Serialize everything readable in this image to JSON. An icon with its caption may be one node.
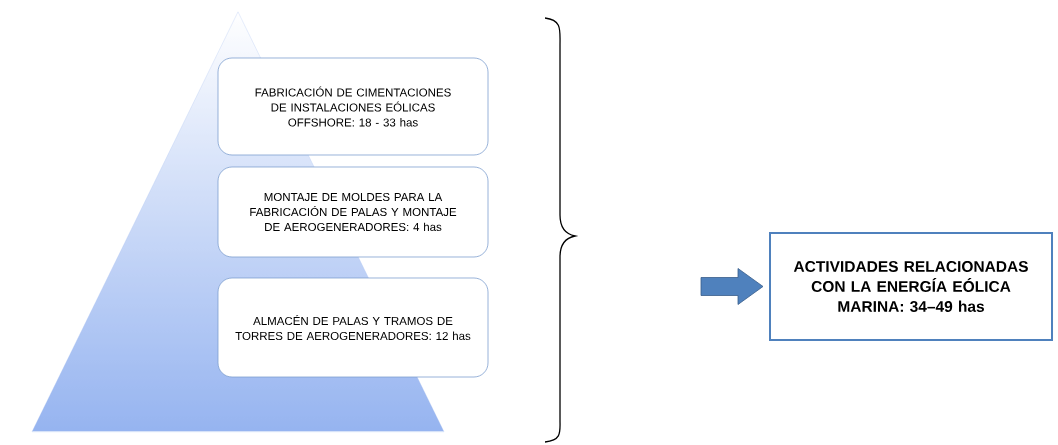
{
  "diagram": {
    "nodes": [
      {
        "text": [],
        "shape": "triangle"
      },
      {
        "text": [
          "FABRICACIÓN DE CIMENTACIONES DE INSTALACIONES EÓLICAS OFFSHORE: 18 - 33 has"
        ]
      },
      {
        "text": [
          "MONTAJE DE MOLDES PARA LA FABRICACIÓN DE PALAS Y MONTAJE DE AEROGENERADORES: 4 has"
        ]
      },
      {
        "text": [
          "ALMACÉN DE PALAS Y TRAMOS DE TORRES DE AEROGENERADORES: 12 has"
        ]
      },
      {
        "text": [
          "ACTIVIDADES RELACIONADAS CON LA ENERGÍA EÓLICA MARINA: 34–49 has"
        ]
      }
    ],
    "edges": [
      {
        "from": null,
        "to": 4,
        "arrow": "to"
      }
    ]
  }
}
